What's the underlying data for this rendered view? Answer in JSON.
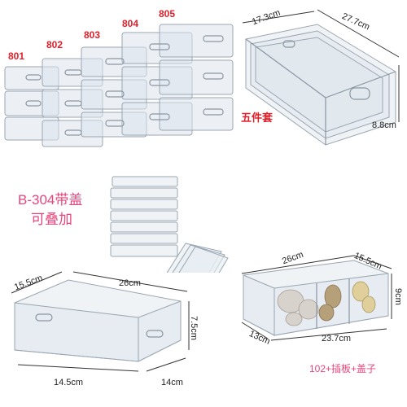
{
  "models": [
    "801",
    "802",
    "803",
    "804",
    "805"
  ],
  "five_piece_set": {
    "label": "五件套",
    "width": "17.3cm",
    "length": "27.7cm",
    "height": "8.8cm"
  },
  "b304": {
    "line1": "B-304带盖",
    "line2": "可叠加"
  },
  "bin_bottom_left": {
    "top_width": "15.5cm",
    "top_length": "26cm",
    "height": "7.5cm",
    "bottom_length": "14.5cm",
    "bottom_width": "14cm"
  },
  "bin_bottom_right": {
    "top_length": "26cm",
    "top_width": "15.5cm",
    "height": "9cm",
    "bottom_width": "13cm",
    "bottom_length": "23.7cm",
    "caption": "102+插板+盖子"
  },
  "colors": {
    "model_label": "#e0202a",
    "accent_text": "#e8457a",
    "plastic": "#d6dde4"
  }
}
